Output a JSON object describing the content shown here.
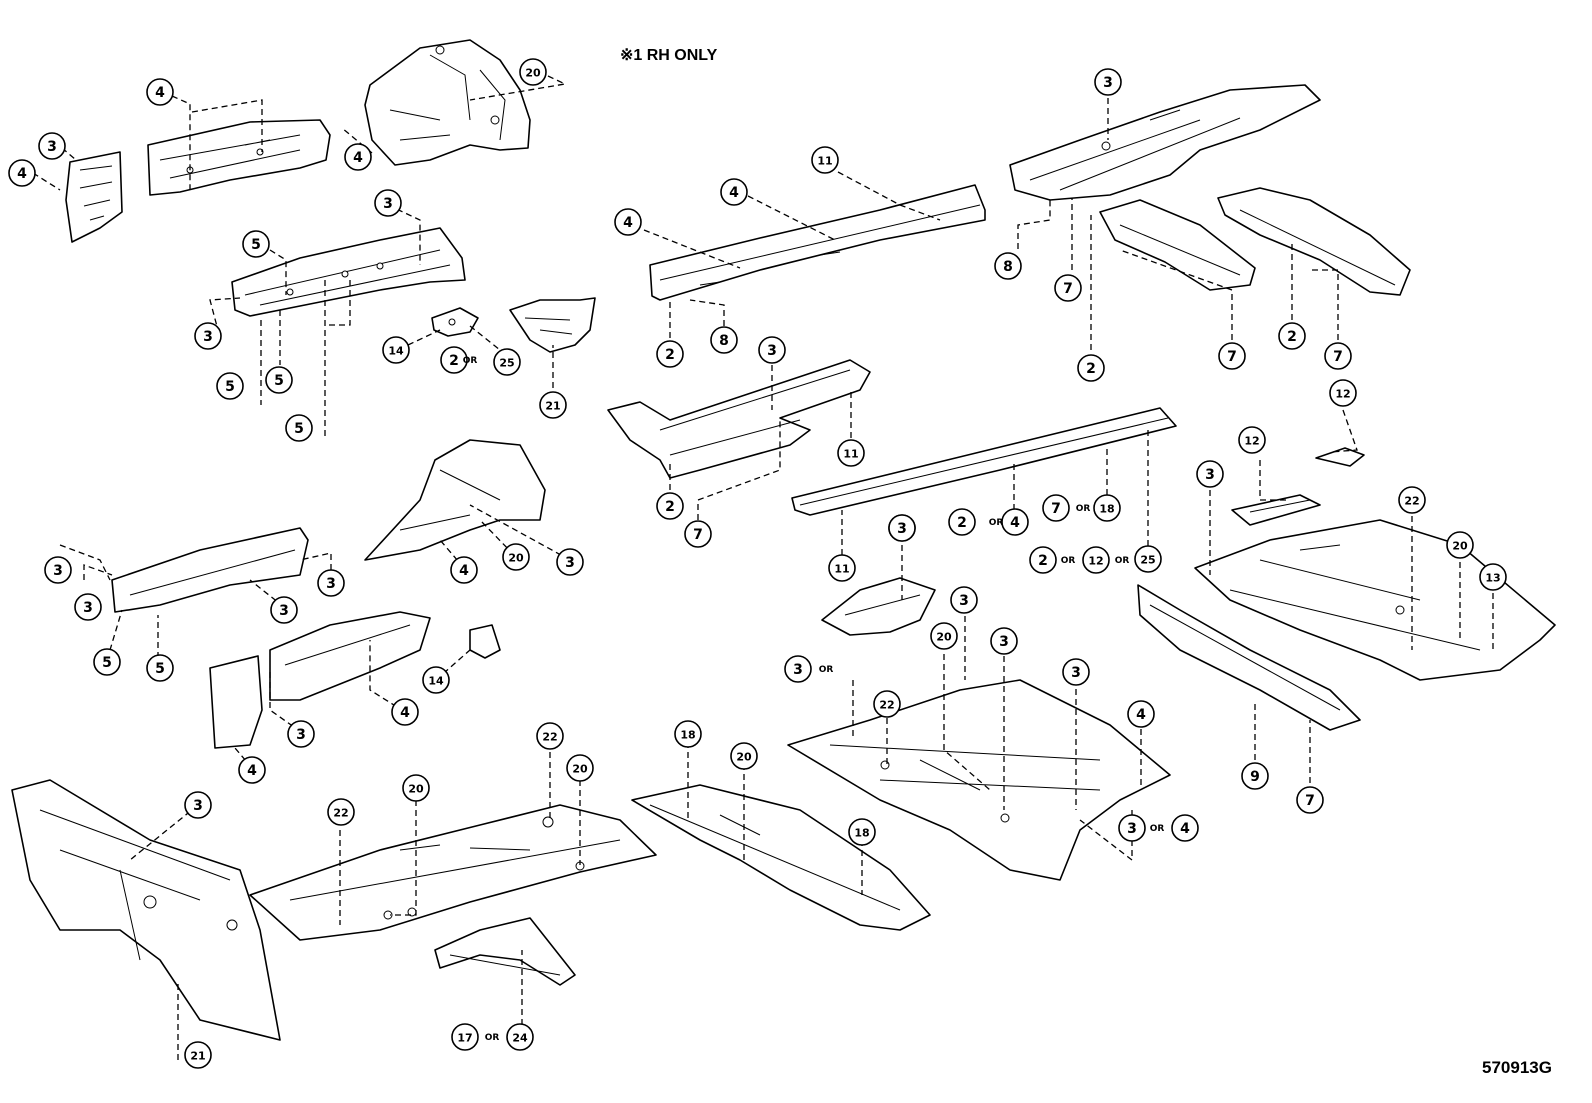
{
  "notes": {
    "rh_only": "※1 RH ONLY",
    "figure_code": "570913G"
  },
  "callouts": [
    {
      "label": "4"
    },
    {
      "label": "3"
    },
    {
      "label": "4"
    },
    {
      "label": "4"
    },
    {
      "label": "20"
    },
    {
      "label": "3"
    },
    {
      "label": "5"
    },
    {
      "label": "3"
    },
    {
      "label": "5"
    },
    {
      "label": "5"
    },
    {
      "label": "5"
    },
    {
      "label": "14"
    },
    {
      "label": "2"
    },
    {
      "label": "25"
    },
    {
      "label": "21"
    },
    {
      "label": "11"
    },
    {
      "label": "4"
    },
    {
      "label": "4"
    },
    {
      "label": "8"
    },
    {
      "label": "2"
    },
    {
      "label": "3"
    },
    {
      "label": "11"
    },
    {
      "label": "2"
    },
    {
      "label": "7"
    },
    {
      "label": "3"
    },
    {
      "label": "8"
    },
    {
      "label": "7"
    },
    {
      "label": "2"
    },
    {
      "label": "7"
    },
    {
      "label": "2"
    },
    {
      "label": "7"
    },
    {
      "label": "12"
    },
    {
      "label": "12"
    },
    {
      "label": "3"
    },
    {
      "label": "22"
    },
    {
      "label": "20"
    },
    {
      "label": "13"
    },
    {
      "label": "3"
    },
    {
      "label": "20"
    },
    {
      "label": "4"
    },
    {
      "label": "3"
    },
    {
      "label": "3"
    },
    {
      "label": "3"
    },
    {
      "label": "3"
    },
    {
      "label": "3"
    },
    {
      "label": "5"
    },
    {
      "label": "5"
    },
    {
      "label": "14"
    },
    {
      "label": "4"
    },
    {
      "label": "3"
    },
    {
      "label": "4"
    },
    {
      "label": "2"
    },
    {
      "label": "4"
    },
    {
      "label": "7"
    },
    {
      "label": "18"
    },
    {
      "label": "2"
    },
    {
      "label": "12"
    },
    {
      "label": "25"
    },
    {
      "label": "11"
    },
    {
      "label": "3"
    },
    {
      "label": "3"
    },
    {
      "label": "22"
    },
    {
      "label": "3"
    },
    {
      "label": "3"
    },
    {
      "label": "4"
    },
    {
      "label": "20"
    },
    {
      "label": "3"
    },
    {
      "label": "3"
    },
    {
      "label": "4"
    },
    {
      "label": "9"
    },
    {
      "label": "7"
    },
    {
      "label": "3"
    },
    {
      "label": "21"
    },
    {
      "label": "22"
    },
    {
      "label": "20"
    },
    {
      "label": "22"
    },
    {
      "label": "20"
    },
    {
      "label": "17"
    },
    {
      "label": "24"
    },
    {
      "label": "18"
    },
    {
      "label": "20"
    },
    {
      "label": "18"
    }
  ],
  "or_text": "OR"
}
